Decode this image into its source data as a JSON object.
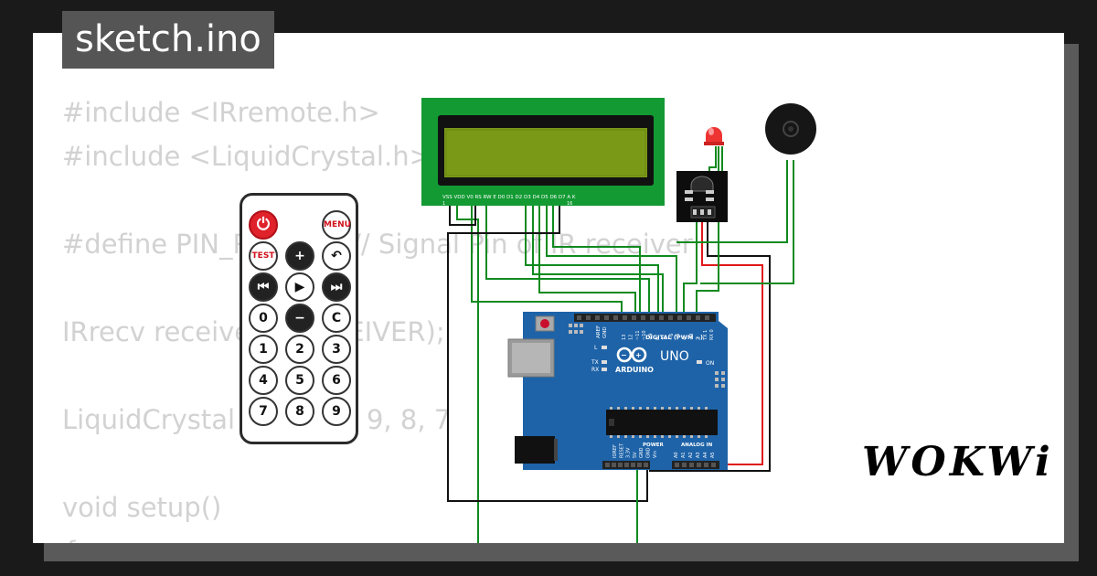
{
  "file_tab": "sketch.ino",
  "code_lines": [
    "#include <IRremote.h>",
    "#include <LiquidCrystal.h>",
    "",
    "#define PIN_RE          // Signal Pin of IR receiver",
    "",
    "IRrecv receiver(         EIVER);",
    "",
    "LiquidCrystal lc      10, 9, 8, 7",
    "",
    "void setup()",
    "{"
  ],
  "brand": "WOKWi",
  "remote": {
    "buttons": [
      {
        "name": "power-button",
        "label": "⏻",
        "style": "power"
      },
      {
        "name": "menu-button",
        "label": "MENU",
        "style": "red-text"
      },
      {
        "name": "test-button",
        "label": "TEST",
        "style": "red-text"
      },
      {
        "name": "plus-button",
        "label": "+",
        "style": "dark"
      },
      {
        "name": "back-button",
        "label": "↶",
        "style": ""
      },
      {
        "name": "prev-button",
        "label": "⏮",
        "style": "dark"
      },
      {
        "name": "play-button",
        "label": "▶",
        "style": ""
      },
      {
        "name": "next-button",
        "label": "⏭",
        "style": "dark"
      },
      {
        "name": "button-0",
        "label": "0",
        "style": ""
      },
      {
        "name": "minus-button",
        "label": "−",
        "style": "dark"
      },
      {
        "name": "button-c",
        "label": "C",
        "style": ""
      },
      {
        "name": "button-1",
        "label": "1",
        "style": ""
      },
      {
        "name": "button-2",
        "label": "2",
        "style": ""
      },
      {
        "name": "button-3",
        "label": "3",
        "style": ""
      },
      {
        "name": "button-4",
        "label": "4",
        "style": ""
      },
      {
        "name": "button-5",
        "label": "5",
        "style": ""
      },
      {
        "name": "button-6",
        "label": "6",
        "style": ""
      },
      {
        "name": "button-7",
        "label": "7",
        "style": ""
      },
      {
        "name": "button-8",
        "label": "8",
        "style": ""
      },
      {
        "name": "button-9",
        "label": "9",
        "style": ""
      }
    ]
  },
  "lcd": {
    "pin_labels": "VSS VDD V0 RS RW E D0 D1 D2 D3 D4 D5 D6 D7 A K",
    "pin_first": "1",
    "pin_last": "16"
  },
  "arduino": {
    "model": "UNO",
    "brand": "ARDUINO",
    "digital_label": "DIGITAL (PWM ~)",
    "power_label": "POWER",
    "analog_label": "ANALOG IN",
    "on_label": "ON",
    "l_label": "L",
    "tx_label": "TX",
    "rx_label": "RX",
    "aref": "AREF",
    "gnd": "GND",
    "digital_pins": [
      "13",
      "12",
      "~11",
      "~10",
      "~9",
      "8",
      "7",
      "~6",
      "~5",
      "4",
      "~3",
      "2",
      "TX 1",
      "RX 0"
    ],
    "power_pins": [
      "IOREF",
      "RESET",
      "3.3V",
      "5V",
      "GND",
      "GND",
      "Vin"
    ],
    "analog_pins": [
      "A0",
      "A1",
      "A2",
      "A3",
      "A4",
      "A5"
    ]
  },
  "colors": {
    "board": "#1e63a8",
    "lcd_frame": "#139a33",
    "lcd_screen": "#7a9a17",
    "wire_green": "#0f8a1f",
    "wire_black": "#111111",
    "wire_red": "#e01919",
    "led": "#ee3333"
  }
}
